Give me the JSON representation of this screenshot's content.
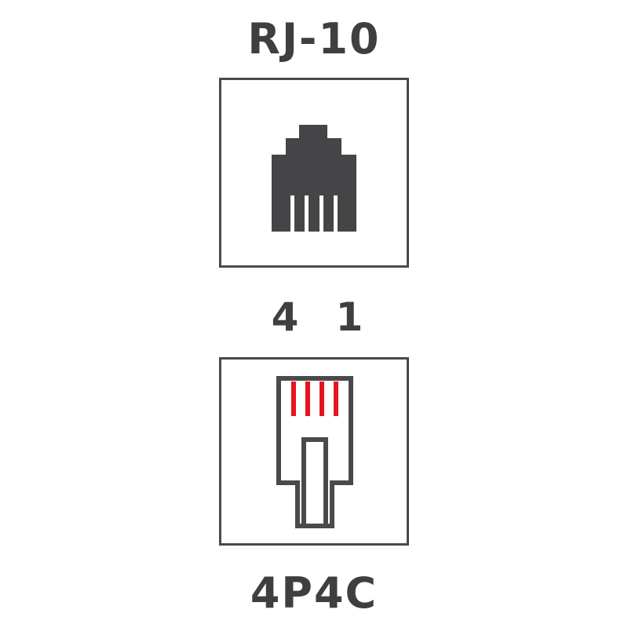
{
  "diagram": {
    "title": "RJ-10",
    "pin_labels": {
      "left": "4",
      "right": "1"
    },
    "bottom_label": "4P4C",
    "icons": {
      "socket": "rj10-jack-icon",
      "plug": "rj10-plug-icon"
    },
    "colors": {
      "text": "#3f3f41",
      "outline": "#4a4a4c",
      "contacts": "#e4151f",
      "background": "#ffffff"
    },
    "contact_count": 4
  }
}
